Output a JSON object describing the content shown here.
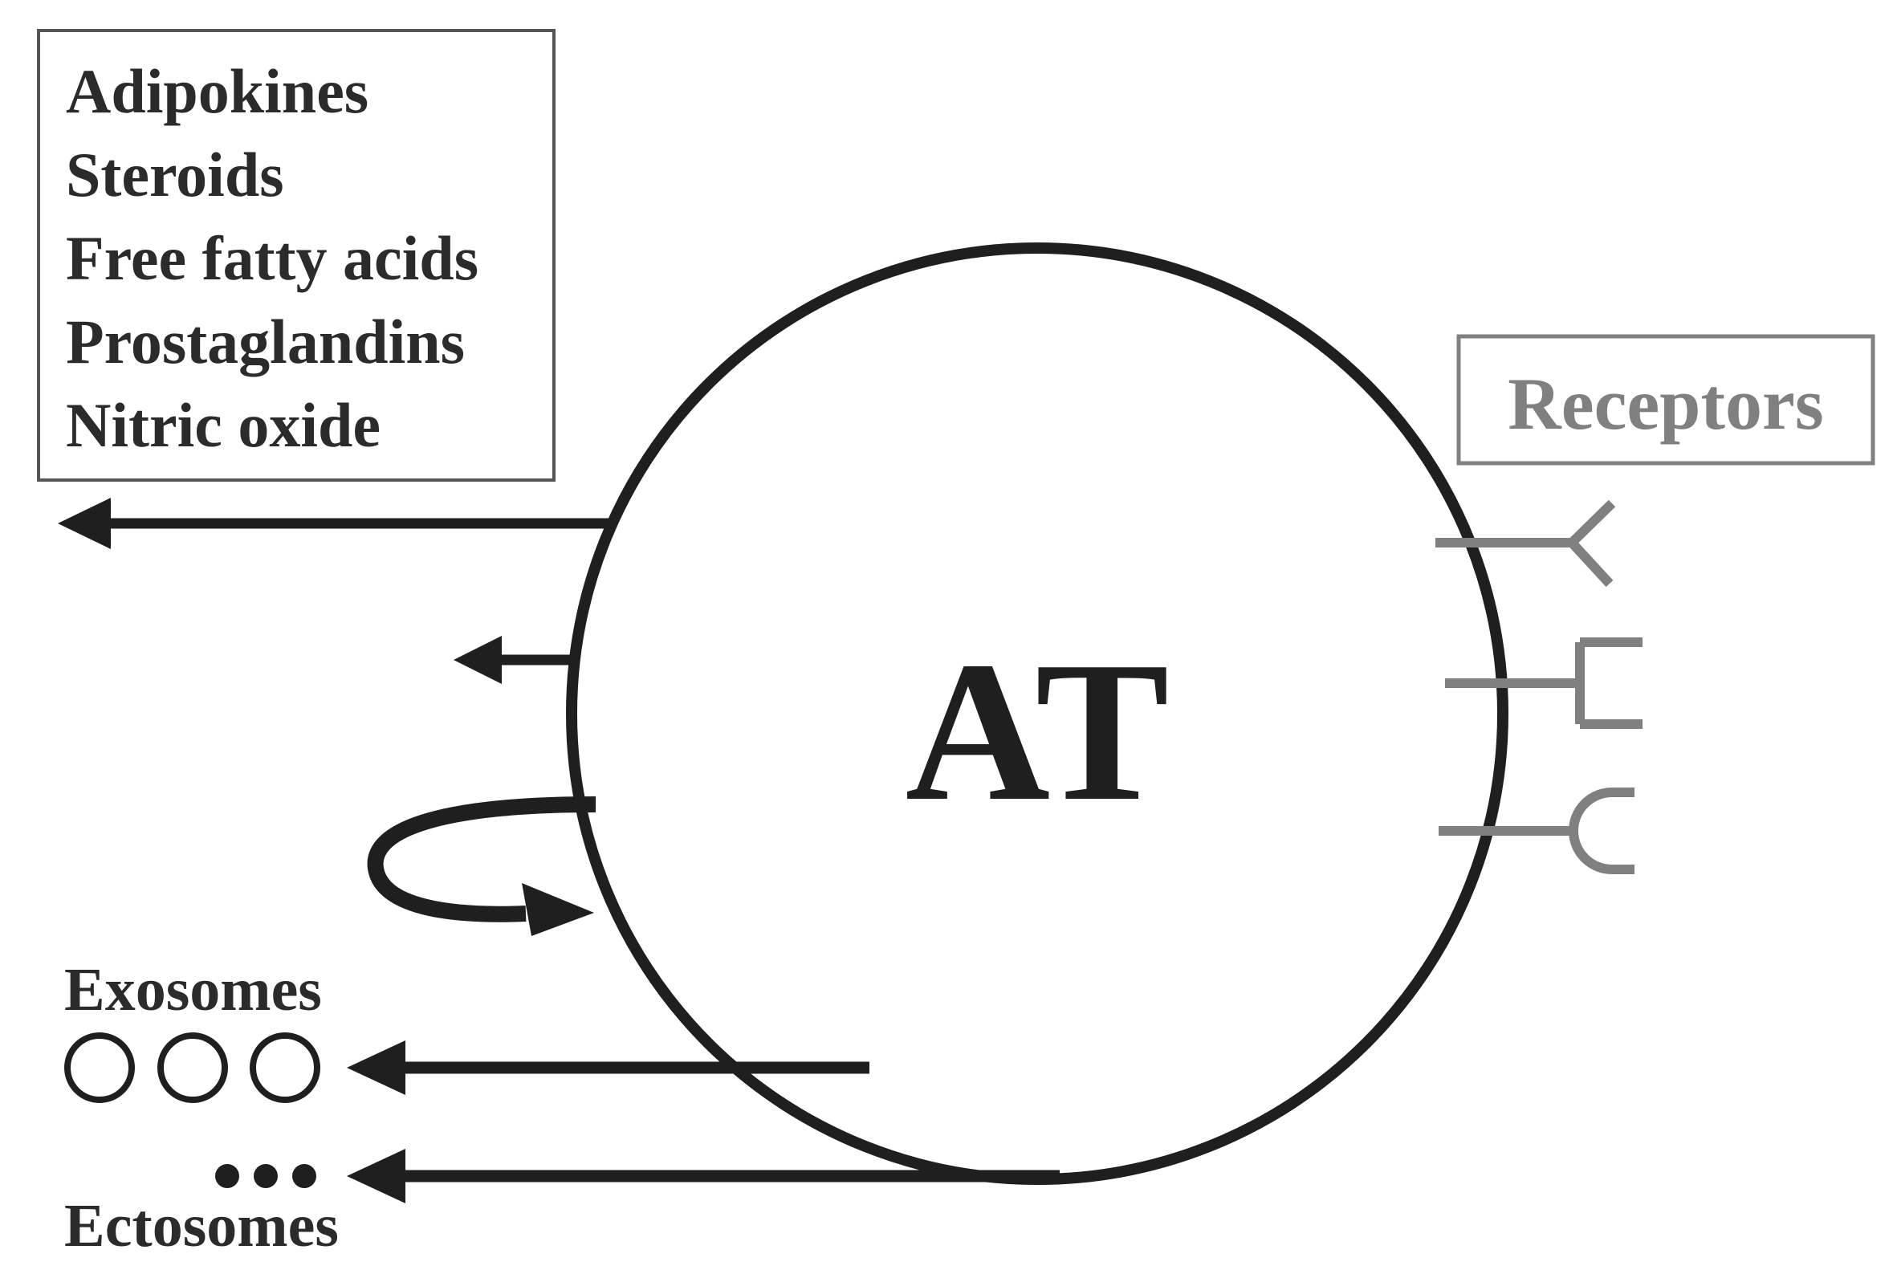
{
  "colors": {
    "ink": "#1f1f1f",
    "receptor": "#808080",
    "background": "#ffffff"
  },
  "secreted_factors": {
    "items": [
      "Adipokines",
      "Steroids",
      "Free fatty acids",
      "Prostaglandins",
      "Nitric oxide"
    ]
  },
  "cell": {
    "label": "AT"
  },
  "receptors": {
    "label": "Receptors",
    "shapes": [
      "y-shaped-receptor",
      "bracket-receptor",
      "cup-receptor"
    ]
  },
  "vesicles": {
    "exosomes_label": "Exosomes",
    "ectosomes_label": "Ectosomes"
  },
  "arrows": [
    "endocrine-arrow",
    "paracrine-arrow",
    "autocrine-loop-arrow",
    "exosome-arrow",
    "ectosome-arrow"
  ]
}
